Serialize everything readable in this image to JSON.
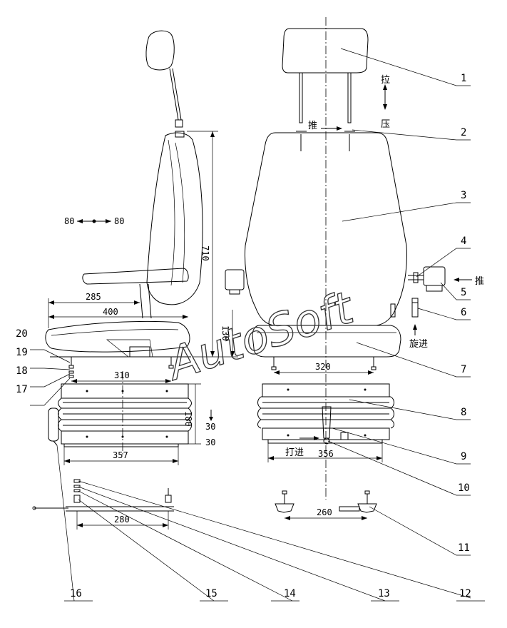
{
  "watermark": "AutoSoft",
  "part_numbers": [
    "1",
    "2",
    "3",
    "4",
    "5",
    "6",
    "7",
    "8",
    "9",
    "10",
    "11",
    "12",
    "13",
    "14",
    "15",
    "16",
    "17",
    "18",
    "19",
    "20"
  ],
  "dimensions": {
    "height_710": "710",
    "depth_285": "285",
    "depth_400": "400",
    "height_130": "130",
    "width_310": "310",
    "height_180": "180",
    "width_357": "357",
    "width_320": "320",
    "width_356": "356",
    "width_280": "280",
    "width_260": "260",
    "travel_80_left": "80",
    "travel_80_right": "80",
    "vertical_30_top": "30",
    "vertical_30_bottom": "30"
  },
  "annotations": {
    "pull": "拉",
    "press": "压",
    "push_headrest": "推",
    "push_side": "推",
    "screw_in": "旋进",
    "knock_in": "打进"
  }
}
